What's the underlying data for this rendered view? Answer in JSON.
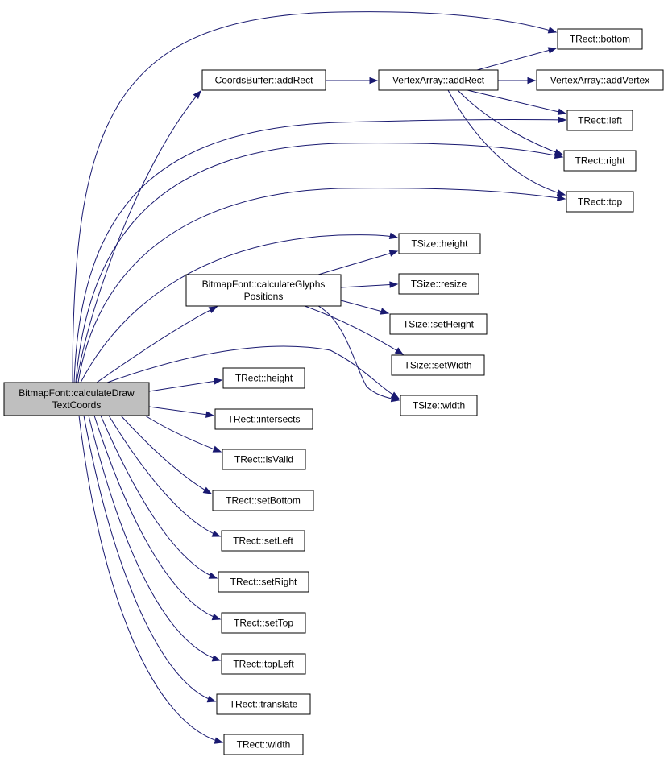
{
  "nodes": [
    {
      "id": "root",
      "lines": [
        "BitmapFont::calculateDraw",
        "TextCoords"
      ],
      "root": true
    },
    {
      "id": "coords_addrect",
      "lines": [
        "CoordsBuffer::addRect"
      ]
    },
    {
      "id": "va_addrect",
      "lines": [
        "VertexArray::addRect"
      ]
    },
    {
      "id": "va_addvertex",
      "lines": [
        "VertexArray::addVertex"
      ]
    },
    {
      "id": "trect_bottom",
      "lines": [
        "TRect::bottom"
      ]
    },
    {
      "id": "trect_left",
      "lines": [
        "TRect::left"
      ]
    },
    {
      "id": "trect_right",
      "lines": [
        "TRect::right"
      ]
    },
    {
      "id": "trect_top",
      "lines": [
        "TRect::top"
      ]
    },
    {
      "id": "bf_calcglyphs",
      "lines": [
        "BitmapFont::calculateGlyphs",
        "Positions"
      ]
    },
    {
      "id": "tsize_height",
      "lines": [
        "TSize::height"
      ]
    },
    {
      "id": "tsize_resize",
      "lines": [
        "TSize::resize"
      ]
    },
    {
      "id": "tsize_setheight",
      "lines": [
        "TSize::setHeight"
      ]
    },
    {
      "id": "tsize_setwidth",
      "lines": [
        "TSize::setWidth"
      ]
    },
    {
      "id": "tsize_width",
      "lines": [
        "TSize::width"
      ]
    },
    {
      "id": "trect_height",
      "lines": [
        "TRect::height"
      ]
    },
    {
      "id": "trect_intersects",
      "lines": [
        "TRect::intersects"
      ]
    },
    {
      "id": "trect_isvalid",
      "lines": [
        "TRect::isValid"
      ]
    },
    {
      "id": "trect_setbottom",
      "lines": [
        "TRect::setBottom"
      ]
    },
    {
      "id": "trect_setleft",
      "lines": [
        "TRect::setLeft"
      ]
    },
    {
      "id": "trect_setright",
      "lines": [
        "TRect::setRight"
      ]
    },
    {
      "id": "trect_settop",
      "lines": [
        "TRect::setTop"
      ]
    },
    {
      "id": "trect_topleft",
      "lines": [
        "TRect::topLeft"
      ]
    },
    {
      "id": "trect_translate",
      "lines": [
        "TRect::translate"
      ]
    },
    {
      "id": "trect_width",
      "lines": [
        "TRect::width"
      ]
    }
  ],
  "edges": [
    {
      "from": "root",
      "to": "coords_addrect"
    },
    {
      "from": "root",
      "to": "trect_bottom"
    },
    {
      "from": "root",
      "to": "trect_left"
    },
    {
      "from": "root",
      "to": "trect_right"
    },
    {
      "from": "root",
      "to": "trect_top"
    },
    {
      "from": "root",
      "to": "tsize_height"
    },
    {
      "from": "root",
      "to": "bf_calcglyphs"
    },
    {
      "from": "root",
      "to": "tsize_width"
    },
    {
      "from": "root",
      "to": "trect_height"
    },
    {
      "from": "root",
      "to": "trect_intersects"
    },
    {
      "from": "root",
      "to": "trect_isvalid"
    },
    {
      "from": "root",
      "to": "trect_setbottom"
    },
    {
      "from": "root",
      "to": "trect_setleft"
    },
    {
      "from": "root",
      "to": "trect_setright"
    },
    {
      "from": "root",
      "to": "trect_settop"
    },
    {
      "from": "root",
      "to": "trect_topleft"
    },
    {
      "from": "root",
      "to": "trect_translate"
    },
    {
      "from": "root",
      "to": "trect_width"
    },
    {
      "from": "coords_addrect",
      "to": "va_addrect"
    },
    {
      "from": "va_addrect",
      "to": "va_addvertex"
    },
    {
      "from": "va_addrect",
      "to": "trect_bottom"
    },
    {
      "from": "va_addrect",
      "to": "trect_left"
    },
    {
      "from": "va_addrect",
      "to": "trect_right"
    },
    {
      "from": "va_addrect",
      "to": "trect_top"
    },
    {
      "from": "bf_calcglyphs",
      "to": "tsize_height"
    },
    {
      "from": "bf_calcglyphs",
      "to": "tsize_resize"
    },
    {
      "from": "bf_calcglyphs",
      "to": "tsize_setheight"
    },
    {
      "from": "bf_calcglyphs",
      "to": "tsize_setwidth"
    },
    {
      "from": "bf_calcglyphs",
      "to": "tsize_width"
    }
  ],
  "colors": {
    "edge": "#191970",
    "node_border": "#000000",
    "root_fill": "#bfbfbf",
    "node_fill": "#ffffff"
  }
}
